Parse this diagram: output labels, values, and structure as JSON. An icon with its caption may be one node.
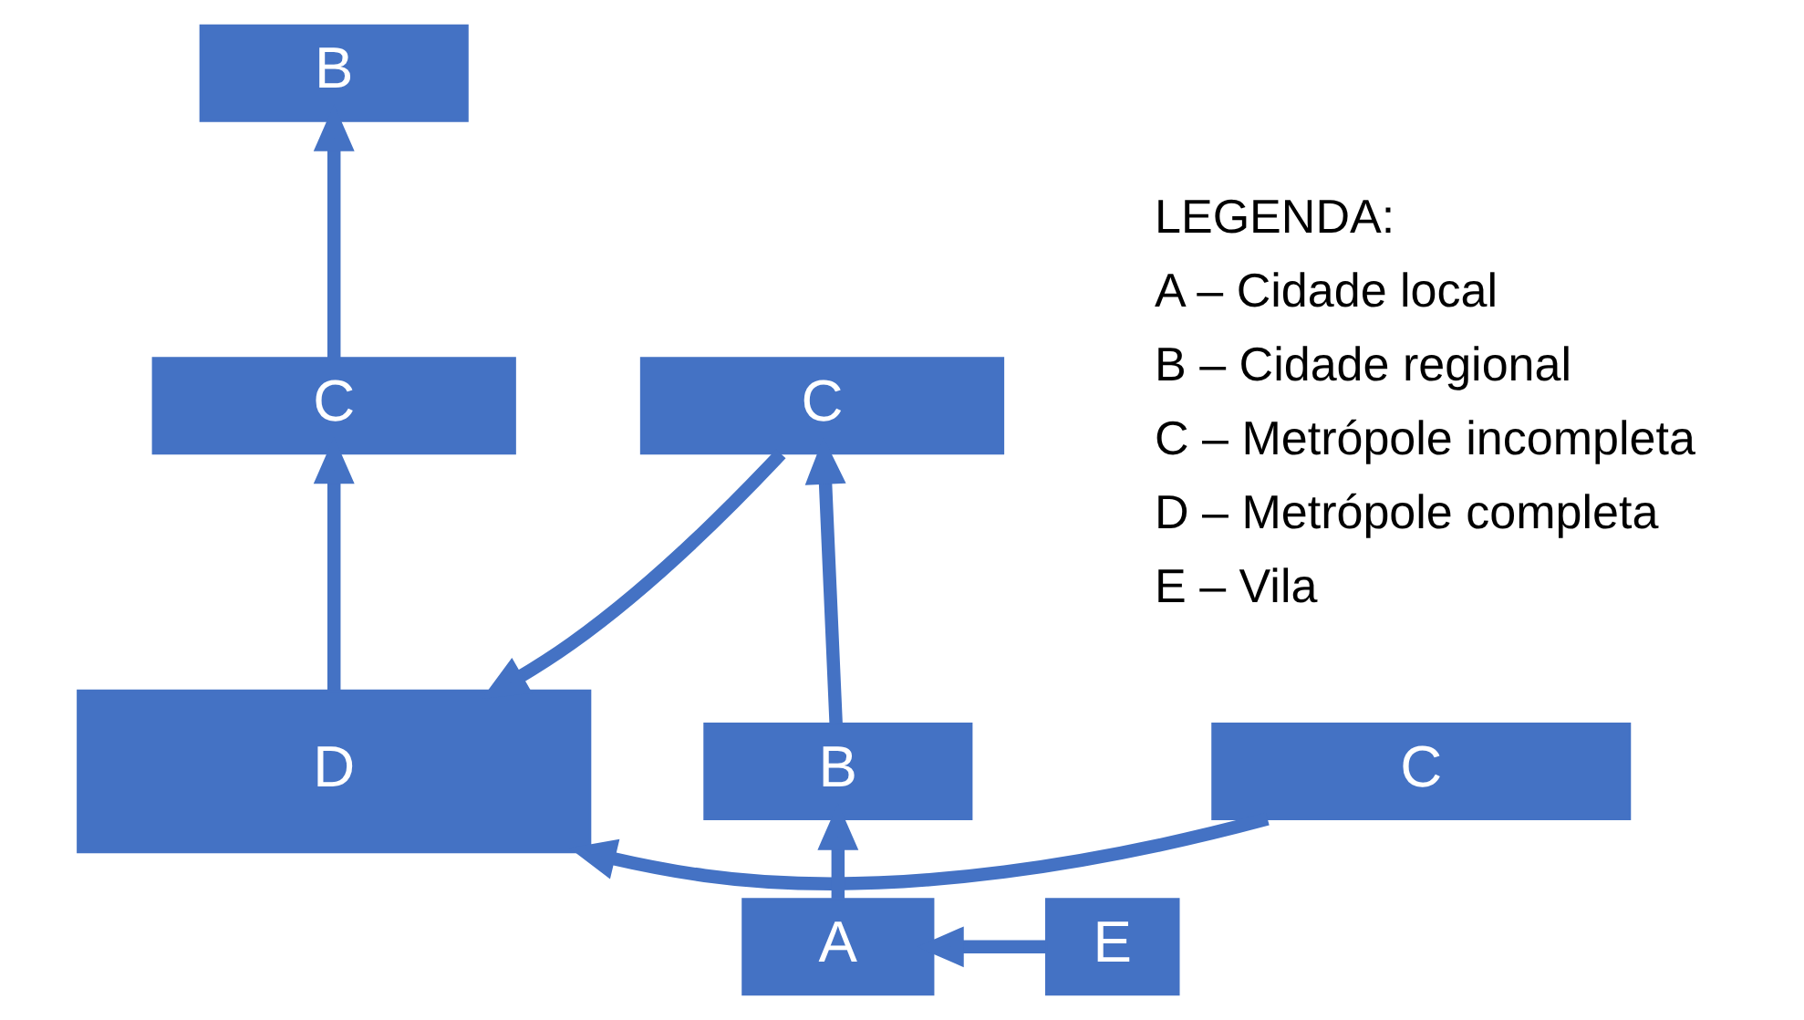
{
  "diagram": {
    "nodes": [
      {
        "text": [
          "B"
        ]
      },
      {
        "text": [
          "C"
        ]
      },
      {
        "text": [
          "D"
        ]
      },
      {
        "text": [
          "C"
        ]
      },
      {
        "text": [
          "C"
        ]
      },
      {
        "text": [
          "B"
        ]
      },
      {
        "text": [
          "A"
        ]
      },
      {
        "text": [
          "E"
        ]
      }
    ],
    "edges": [
      {
        "from": 1,
        "to": 0,
        "arrow": "to"
      },
      {
        "from": 2,
        "to": 1,
        "arrow": "to"
      },
      {
        "from": 3,
        "to": 2,
        "arrow": "to"
      },
      {
        "from": 4,
        "to": 2,
        "arrow": "to"
      },
      {
        "from": 5,
        "to": 4,
        "arrow": "to"
      },
      {
        "from": 6,
        "to": 5,
        "arrow": "to"
      },
      {
        "from": 7,
        "to": 6,
        "arrow": "to"
      }
    ],
    "labels": [
      "LEGENDA:",
      "A – Cidade local",
      "B – Cidade regional",
      "C – Metrópole incompleta",
      "D – Metrópole completa",
      "E – Vila"
    ]
  }
}
